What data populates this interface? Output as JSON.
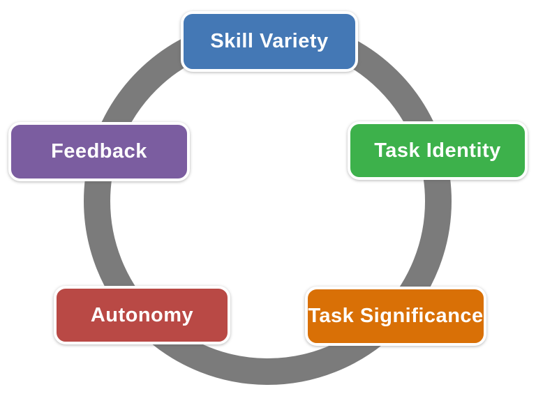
{
  "diagram": {
    "ring": {
      "color": "#7b7b7b"
    },
    "text_color": "#ffffff",
    "border_color": "#ffffff",
    "nodes": [
      {
        "id": "skill-variety",
        "label": "Skill Variety",
        "color": "#4478b5",
        "position": "top"
      },
      {
        "id": "task-identity",
        "label": "Task Identity",
        "color": "#3db14b",
        "position": "right"
      },
      {
        "id": "task-significance",
        "label": "Task Significance",
        "color": "#d97006",
        "position": "bottom-right"
      },
      {
        "id": "autonomy",
        "label": "Autonomy",
        "color": "#b94945",
        "position": "bottom-left"
      },
      {
        "id": "feedback",
        "label": "Feedback",
        "color": "#7b5da0",
        "position": "left"
      }
    ]
  }
}
